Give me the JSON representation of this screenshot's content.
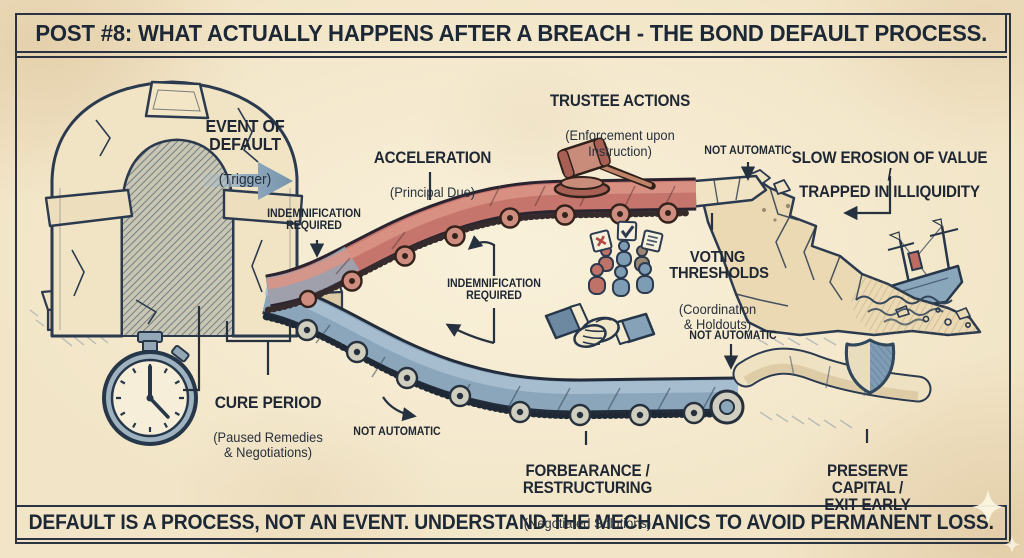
{
  "colors": {
    "parchment": "#f2e5c7",
    "ink": "#2a3442",
    "text": "#1e2733",
    "belt_red": "#c5756b",
    "belt_red_light": "#d99486",
    "belt_blue": "#8ba6bb",
    "belt_blue_light": "#a9c0d1",
    "stone": "#f0e4c4",
    "stone_shadow": "#dccaa4",
    "steel_blue": "#7f9cb5",
    "gavel_wood": "#c98b7a"
  },
  "title_bar": {
    "text": "POST #8: WHAT ACTUALLY HAPPENS AFTER A BREACH - THE BOND DEFAULT PROCESS."
  },
  "footer_bar": {
    "text": "DEFAULT IS A PROCESS, NOT AN EVENT. UNDERSTAND THE MECHANICS TO AVOID PERMANENT LOSS."
  },
  "stages": {
    "event_of_default": {
      "title": "EVENT OF\nDEFAULT",
      "subtitle": "(Trigger)"
    },
    "cure_period": {
      "title": "CURE PERIOD",
      "subtitle": "(Paused Remedies\n& Negotiations)"
    },
    "acceleration": {
      "title": "ACCELERATION",
      "subtitle": "(Principal Due)"
    },
    "trustee_actions": {
      "title": "TRUSTEE ACTIONS",
      "subtitle": "(Enforcement upon\nInstruction)"
    },
    "voting_thresholds": {
      "title": "VOTING\nTHRESHOLDS",
      "subtitle": "(Coordination\n& Holdouts)"
    },
    "forbearance": {
      "title": "FORBEARANCE / RESTRUCTURING",
      "subtitle": "(Negotiated Solutions)"
    },
    "slow_erosion": {
      "title": "SLOW EROSION OF VALUE /\nTRAPPED IN ILLIQUIDITY"
    },
    "preserve_capital": {
      "title": "PRESERVE CAPITAL /\nEXIT EARLY"
    }
  },
  "callouts": {
    "not_automatic": "NOT AUTOMATIC",
    "indemnification_required": "INDEMNIFICATION\nREQUIRED"
  },
  "icons": {
    "archway": "cracked-stone-archway",
    "trigger_arrow": "right-arrow",
    "stopwatch": "stopwatch",
    "gavel": "gavel",
    "ballots": "vote-ballot-cards",
    "voters": "bondholder-crowd",
    "handshake": "handshake",
    "shield": "half-shaded-shield",
    "cliff": "crumbling-cliff",
    "ship": "sinking-ship",
    "red_belt": "acceleration-conveyor",
    "blue_belt": "negotiation-conveyor",
    "sparkle": "four-point-sparkle"
  }
}
